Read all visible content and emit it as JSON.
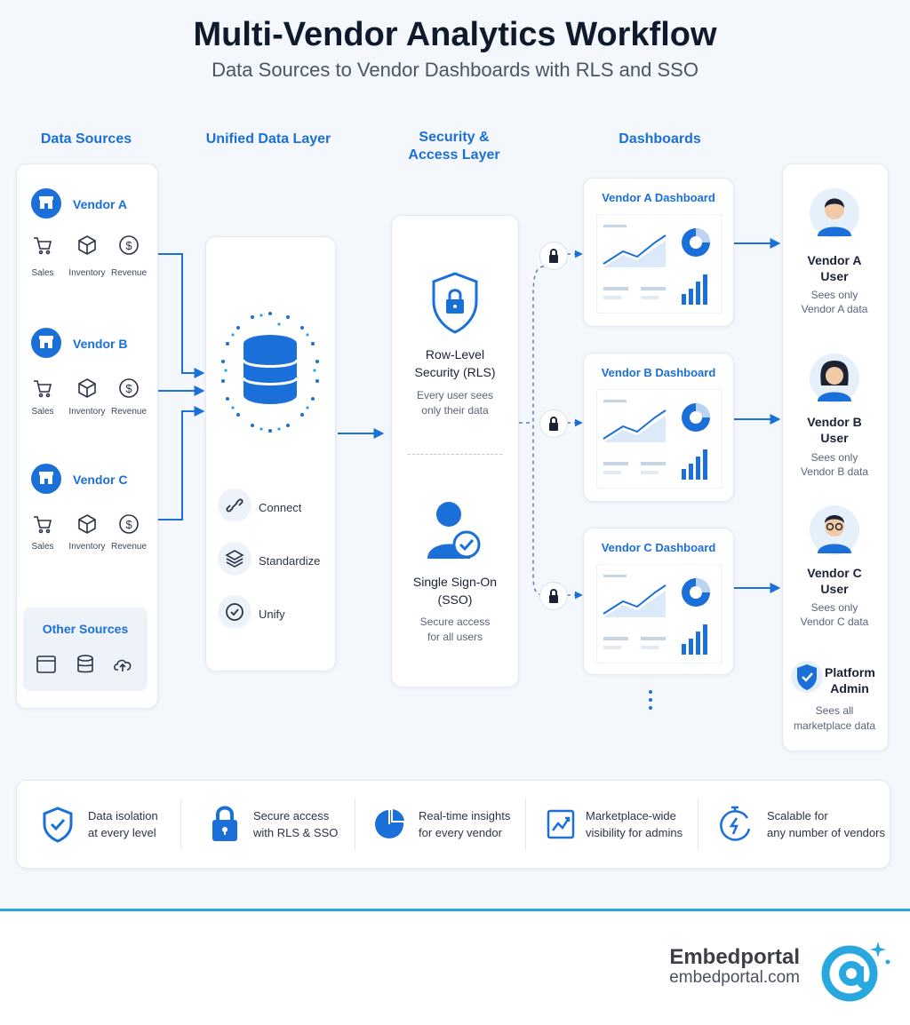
{
  "header": {
    "title": "Multi-Vendor Analytics Workflow",
    "subtitle": "Data Sources to Vendor Dashboards with RLS and SSO"
  },
  "columns": {
    "data_sources": "Data Sources",
    "unified": "Unified Data Layer",
    "security_line1": "Security &",
    "security_line2": "Access Layer",
    "dashboards": "Dashboards"
  },
  "sources": [
    {
      "name": "Vendor A",
      "items": [
        "Sales",
        "Inventory",
        "Revenue"
      ]
    },
    {
      "name": "Vendor B",
      "items": [
        "Sales",
        "Inventory",
        "Revenue"
      ]
    },
    {
      "name": "Vendor C",
      "items": [
        "Sales",
        "Inventory",
        "Revenue"
      ]
    }
  ],
  "other_sources": "Other Sources",
  "unified_steps": [
    "Connect",
    "Standardize",
    "Unify"
  ],
  "security": {
    "rls_title_line1": "Row-Level",
    "rls_title_line2": "Security (RLS)",
    "rls_desc_line1": "Every user sees",
    "rls_desc_line2": "only their data",
    "sso_title_line1": "Single Sign-On",
    "sso_title_line2": "(SSO)",
    "sso_desc_line1": "Secure access",
    "sso_desc_line2": "for all users"
  },
  "dashboards": [
    "Vendor A Dashboard",
    "Vendor B Dashboard",
    "Vendor C Dashboard"
  ],
  "users": [
    {
      "name1": "Vendor A",
      "name2": "User",
      "desc1": "Sees only",
      "desc2": "Vendor A data"
    },
    {
      "name1": "Vendor B",
      "name2": "User",
      "desc1": "Sees only",
      "desc2": "Vendor B data"
    },
    {
      "name1": "Vendor C",
      "name2": "User",
      "desc1": "Sees only",
      "desc2": "Vendor C data"
    }
  ],
  "admin": {
    "name1": "Platform",
    "name2": "Admin",
    "desc1": "Sees all",
    "desc2": "marketplace data"
  },
  "features": [
    {
      "line1": "Data isolation",
      "line2": "at every level"
    },
    {
      "line1": "Secure access",
      "line2": "with RLS & SSO"
    },
    {
      "line1": "Real-time insights",
      "line2": "for every vendor"
    },
    {
      "line1": "Marketplace-wide",
      "line2": "visibility for admins"
    },
    {
      "line1": "Scalable for",
      "line2": "any number of vendors"
    }
  ],
  "brand": {
    "name": "Embedportal",
    "url": "embedportal.com"
  },
  "colors": {
    "accent": "#1a6fd8",
    "light_blue": "#29a8e0"
  }
}
